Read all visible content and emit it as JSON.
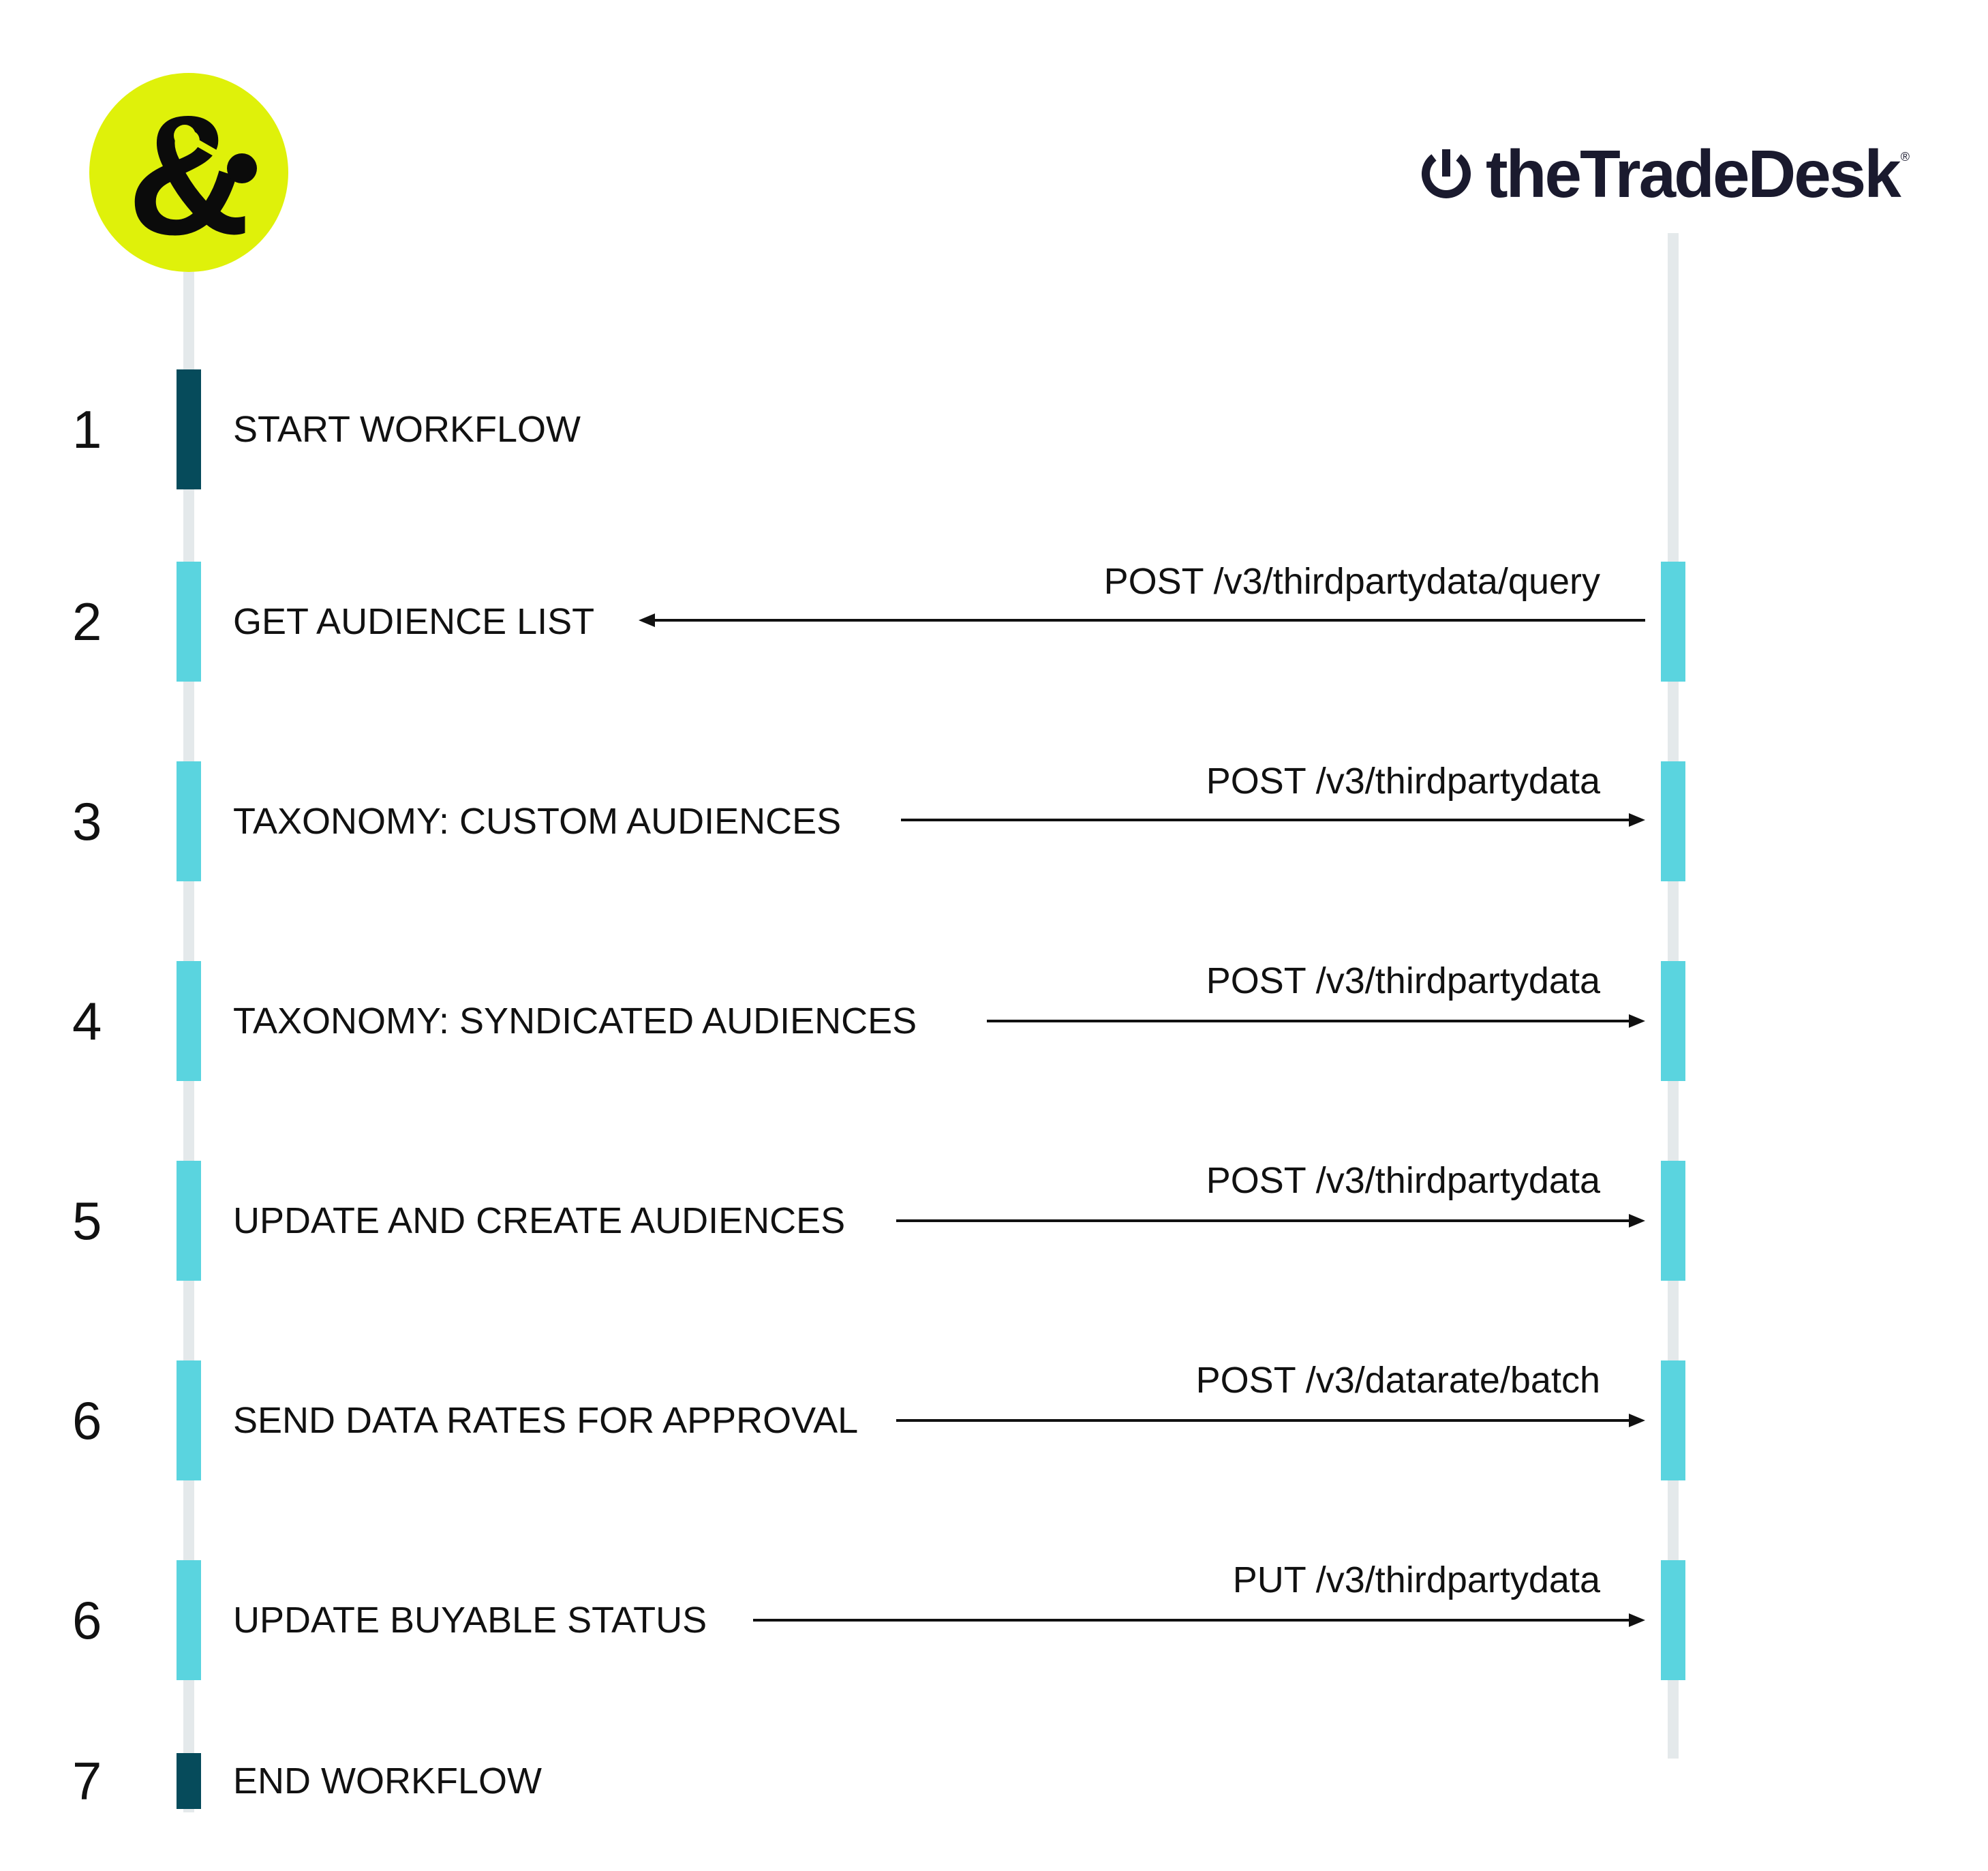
{
  "logos": {
    "left": {
      "icon": "ampersand-logo",
      "color": "#dff10a"
    },
    "right": {
      "wordmark": "theTradeDesk",
      "reg_mark": "®",
      "icon": "tradedesk-power-icon"
    }
  },
  "colors": {
    "accent_bar": "#5ad4df",
    "terminal_bar": "#064b5b",
    "lifeline": "#e4e9eb",
    "text": "#111111"
  },
  "steps": [
    {
      "number": "1",
      "label": "START WORKFLOW",
      "endpoint": "",
      "direction": "none",
      "terminal": true
    },
    {
      "number": "2",
      "label": "GET AUDIENCE LIST",
      "endpoint": "POST /v3/thirdpartydata/query",
      "direction": "left",
      "terminal": false
    },
    {
      "number": "3",
      "label": "TAXONOMY: CUSTOM AUDIENCES",
      "endpoint": "POST /v3/thirdpartydata",
      "direction": "right",
      "terminal": false
    },
    {
      "number": "4",
      "label": "TAXONOMY: SYNDICATED AUDIENCES",
      "endpoint": "POST /v3/thirdpartydata",
      "direction": "right",
      "terminal": false
    },
    {
      "number": "5",
      "label": "UPDATE AND CREATE AUDIENCES",
      "endpoint": "POST /v3/thirdpartydata",
      "direction": "right",
      "terminal": false
    },
    {
      "number": "6",
      "label": "SEND DATA RATES FOR APPROVAL",
      "endpoint": "POST /v3/datarate/batch",
      "direction": "right",
      "terminal": false
    },
    {
      "number": "6",
      "label": "UPDATE BUYABLE STATUS",
      "endpoint": "PUT /v3/thirdpartydata",
      "direction": "right",
      "terminal": false
    },
    {
      "number": "7",
      "label": "END WORKFLOW",
      "endpoint": "",
      "direction": "none",
      "terminal": true
    }
  ]
}
